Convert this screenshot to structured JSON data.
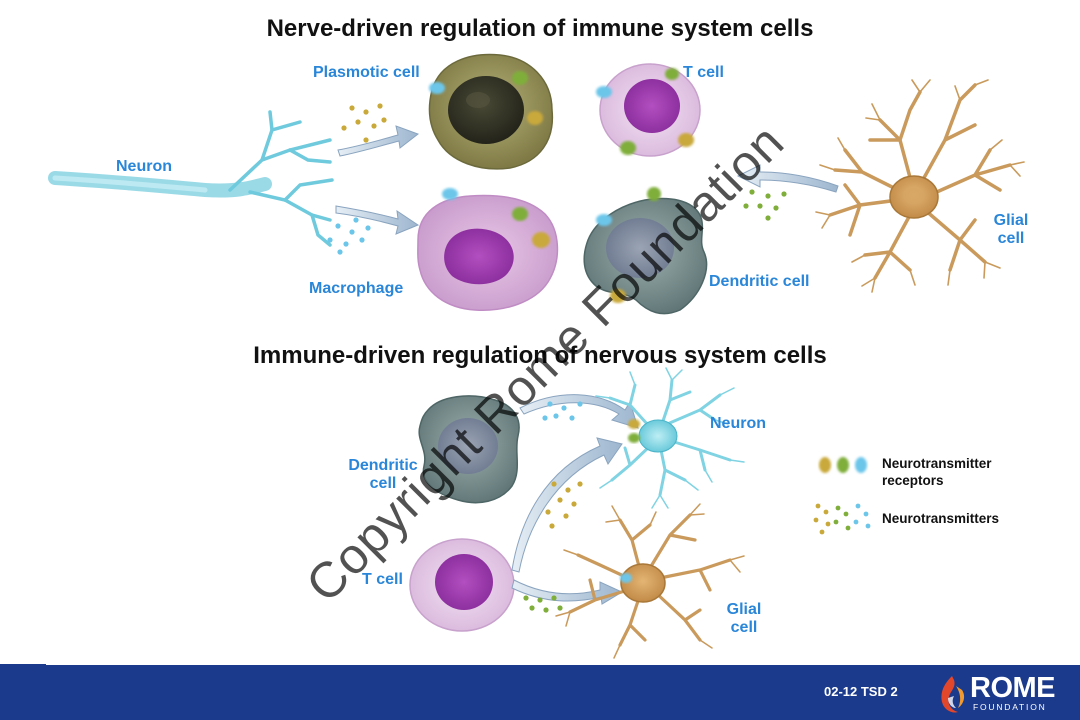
{
  "titles": {
    "top": "Nerve-driven regulation of immune system cells",
    "bottom": "Immune-driven regulation of nervous system cells"
  },
  "top_labels": {
    "neuron": "Neuron",
    "plasmotic_cell": "Plasmotic cell",
    "t_cell": "T cell",
    "macrophage": "Macrophage",
    "dendritic_cell": "Dendritic cell",
    "glial_cell_line1": "Glial",
    "glial_cell_line2": "cell"
  },
  "bottom_labels": {
    "dendritic_cell_line1": "Dendritic",
    "dendritic_cell_line2": "cell",
    "neuron": "Neuron",
    "t_cell": "T cell",
    "glial_cell_line1": "Glial",
    "glial_cell_line2": "cell"
  },
  "legend": {
    "receptors_line1": "Neurotransmitter",
    "receptors_line2": "receptors",
    "neurotransmitters": "Neurotransmitters"
  },
  "watermark": "Copyright Rome Foundation",
  "footer": {
    "slide_id": "02-12  TSD 2",
    "logo_word": "ROME",
    "logo_sub": "FOUNDATION"
  },
  "colors": {
    "label_blue": "#2a86d8",
    "footer_blue": "#1b3a8c",
    "neurotransmitter_yellow": "#c9a93a",
    "neurotransmitter_green": "#7fae3a",
    "neurotransmitter_cyan": "#6cc6ea",
    "glial_tan": "#c99a5b",
    "neuron_cyan": "#7fd3e2"
  }
}
